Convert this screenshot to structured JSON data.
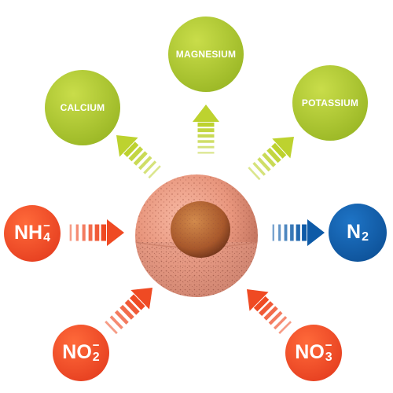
{
  "nodes": {
    "magnesium": {
      "label": "MAGNESIUM",
      "color": "#a7c22b"
    },
    "calcium": {
      "label": "CALCIUM",
      "color": "#a7c22b"
    },
    "potassium": {
      "label": "POTASSIUM",
      "color": "#a7c22b"
    },
    "ammonium": {
      "base": "NH",
      "charge": "−",
      "subscript": "4",
      "color": "#ef4a23"
    },
    "nitrogen": {
      "base": "N",
      "subscript": "2",
      "color": "#0d5aa7"
    },
    "nitrite": {
      "base": "NO",
      "charge": "−",
      "subscript": "2",
      "color": "#ef4a23"
    },
    "nitrate": {
      "base": "NO",
      "charge": "−",
      "subscript": "3",
      "color": "#ef4a23"
    }
  },
  "center": {
    "icon": "porous-sphere-icon",
    "color": "#e8967d",
    "core_color": "#a8582b"
  },
  "arrows": {
    "green": "#bdd22f",
    "red": "#ef4a23",
    "blue": "#0d5aa7"
  }
}
